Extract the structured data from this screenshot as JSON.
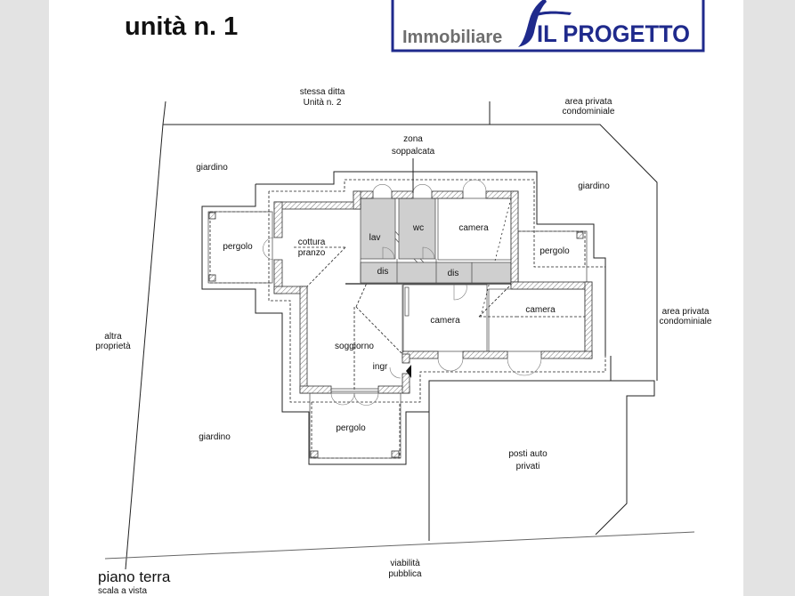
{
  "title": "unità n. 1",
  "logo": {
    "text_left": "Immobiliare",
    "text_right": "IL PROGETTO",
    "color": "#1f2a8c",
    "gray": "#6e6e6e"
  },
  "labels": {
    "top_neighbor": [
      "stessa ditta",
      "Unità n. 2"
    ],
    "top_right_area": [
      "area privata",
      "condominiale"
    ],
    "right_area": [
      "area privata",
      "condominiale"
    ],
    "left_area": [
      "altra",
      "proprietà"
    ],
    "zona": [
      "zona",
      "soppalcata"
    ],
    "giardino_nw": "giardino",
    "giardino_ne": "giardino",
    "giardino_sw": "giardino",
    "pergolo_w": "pergolo",
    "pergolo_e": "pergolo",
    "pergolo_s": "pergolo",
    "cottura": [
      "cottura",
      "pranzo"
    ],
    "lav": "lav",
    "wc": "wc",
    "camera_1": "camera",
    "camera_2": "camera",
    "camera_3": "camera",
    "dis_1": "dis",
    "dis_2": "dis",
    "soggiorno": "soggiorno",
    "ingr": "ingr",
    "parking": [
      "posti auto",
      "privati"
    ],
    "road": [
      "viabilità",
      "pubblica"
    ]
  },
  "footer": {
    "floor": "piano terra",
    "scale": "scala a vista"
  },
  "colors": {
    "wet_rooms": "#cfcfcf",
    "page_margin": "#e3e3e3"
  }
}
